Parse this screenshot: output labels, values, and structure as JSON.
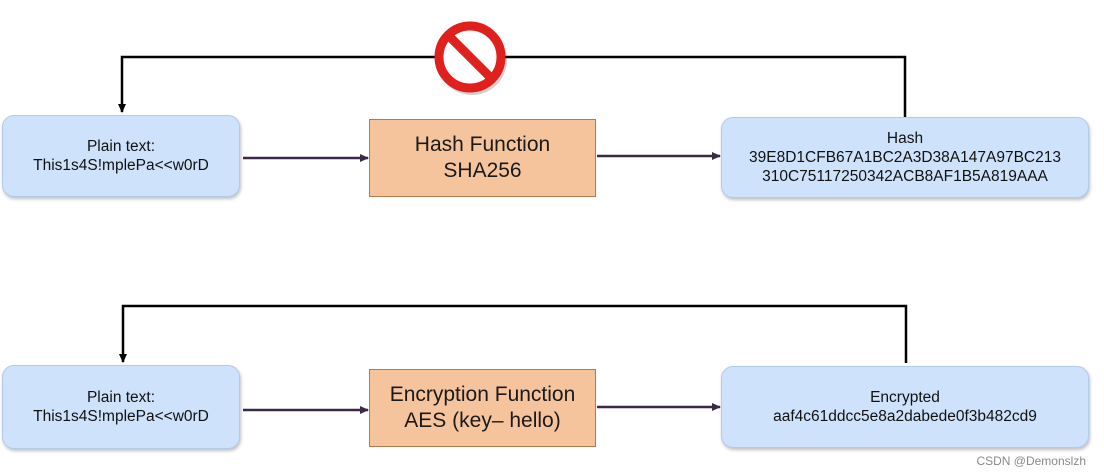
{
  "colors": {
    "node_fill": "#cfe2fb",
    "function_fill": "#f6c49c",
    "arrow": "#3a2a48",
    "forbidden": "#e0201c"
  },
  "hash_row": {
    "input_title": "Plain text:",
    "input_value": "This1s4S!mplePa<<w0rD",
    "function_name": "Hash Function",
    "function_algo": "SHA256",
    "output_title": "Hash",
    "output_line1": "39E8D1CFB67A1BC2A3D38A147A97BC213",
    "output_line2": "310C75117250342ACB8AF1B5A819AAA",
    "return_icon": "forbidden-icon"
  },
  "encryption_row": {
    "input_title": "Plain text:",
    "input_value": "This1s4S!mplePa<<w0rD",
    "function_name": "Encryption Function",
    "function_algo": "AES (key– hello)",
    "output_title": "Encrypted",
    "output_value": "aaf4c61ddcc5e8a2dabede0f3b482cd9"
  },
  "watermark": "CSDN @Demonslzh"
}
